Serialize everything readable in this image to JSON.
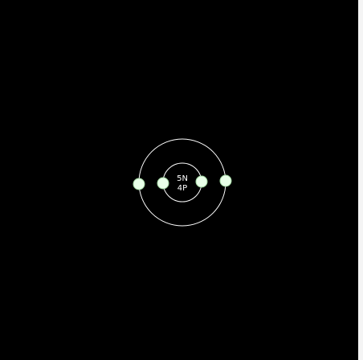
{
  "atom": {
    "nucleus": {
      "neutrons_label": "5N",
      "protons_label": "4P"
    },
    "shells": [
      {
        "name": "inner",
        "electrons": 2
      },
      {
        "name": "outer",
        "electrons": 2
      }
    ]
  },
  "colors": {
    "background": "#000000",
    "orbit": "#ffffff",
    "electron_fill": "#e8ffe8",
    "electron_stroke": "#9fd39f",
    "text": "#ffffff"
  }
}
